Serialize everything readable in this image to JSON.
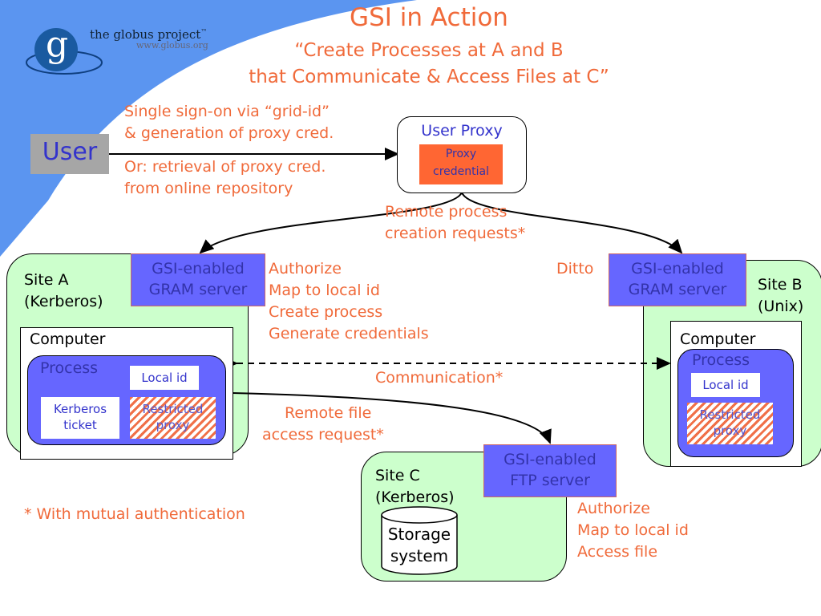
{
  "logo": {
    "name": "the globus project",
    "tm": "™",
    "url": "www.globus.org",
    "glyph": "g"
  },
  "title": {
    "main": "GSI in Action",
    "sub1": "“Create Processes at A and B",
    "sub2": "that Communicate & Access Files at C”"
  },
  "user": {
    "label": "User"
  },
  "sso_note": {
    "line1": "Single sign-on via “grid-id”",
    "line2": "& generation of proxy cred."
  },
  "retrieval_note": {
    "line1": "Or: retrieval of proxy cred.",
    "line2": "from online repository"
  },
  "user_proxy": {
    "title": "User Proxy",
    "credential_line1": "Proxy",
    "credential_line2": "credential"
  },
  "remote_process": {
    "line1": "Remote process",
    "line2": "creation requests*"
  },
  "site_a": {
    "name": "Site A",
    "type": "(Kerberos)",
    "gram_line1": "GSI-enabled",
    "gram_line2": "GRAM server",
    "computer": "Computer",
    "process": "Process",
    "local_id": "Local id",
    "kerberos_line1": "Kerberos",
    "kerberos_line2": "ticket",
    "restricted_line1": "Restricted",
    "restricted_line2": "proxy"
  },
  "site_a_steps": [
    "Authorize",
    "Map to local id",
    "Create process",
    "Generate credentials"
  ],
  "ditto": "Ditto",
  "site_b": {
    "name": "Site B",
    "type": "(Unix)",
    "gram_line1": "GSI-enabled",
    "gram_line2": "GRAM server",
    "computer": "Computer",
    "process": "Process",
    "local_id": "Local id",
    "restricted_line1": "Restricted",
    "restricted_line2": "proxy"
  },
  "communication": "Communication*",
  "remote_file": {
    "line1": "Remote file",
    "line2": "access request*"
  },
  "site_c": {
    "name": "Site C",
    "type": "(Kerberos)",
    "ftp_line1": "GSI-enabled",
    "ftp_line2": "FTP server",
    "storage_line1": "Storage",
    "storage_line2": "system"
  },
  "site_c_steps": [
    "Authorize",
    "Map to local id",
    "Access file"
  ],
  "footnote": "* With mutual authentication",
  "colors": {
    "accent_orange": "#f06a3a",
    "gram_blue": "#6666ff",
    "site_green": "#ccffcc",
    "user_gray": "#a6a6a6"
  }
}
